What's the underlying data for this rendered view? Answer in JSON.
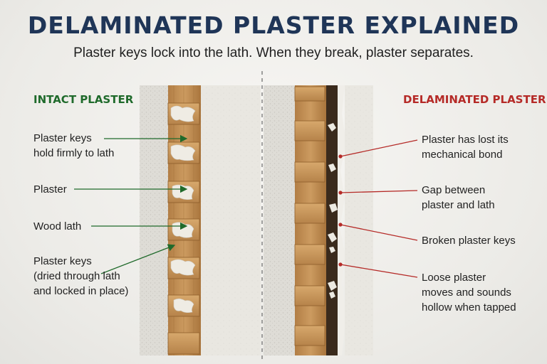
{
  "title": "DELAMINATED PLASTER EXPLAINED",
  "subtitle": "Plaster keys lock into the lath. When they break, plaster separates.",
  "intact": {
    "heading": "INTACT PLASTER",
    "labels": [
      {
        "line1": "Plaster keys",
        "line2": "hold firmly to lath"
      },
      {
        "line1": "Plaster"
      },
      {
        "line1": "Wood lath"
      },
      {
        "line1": "Plaster keys",
        "line2": "(dried through lath",
        "line3": "and locked in place)"
      }
    ]
  },
  "delaminated": {
    "heading": "DELAMINATED PLASTER",
    "labels": [
      {
        "line1": "Plaster has lost its",
        "line2": "mechanical bond"
      },
      {
        "line1": "Gap between",
        "line2": "plaster and lath"
      },
      {
        "line1": "Broken plaster keys"
      },
      {
        "line1": "Loose plaster",
        "line2": "moves and sounds",
        "line3": "hollow when tapped"
      }
    ]
  },
  "colors": {
    "title": "#1f3557",
    "intact_accent": "#1f6a2b",
    "delaminated_accent": "#b52a27",
    "wood": "#c4935a",
    "plaster": "#e8e6e0"
  }
}
